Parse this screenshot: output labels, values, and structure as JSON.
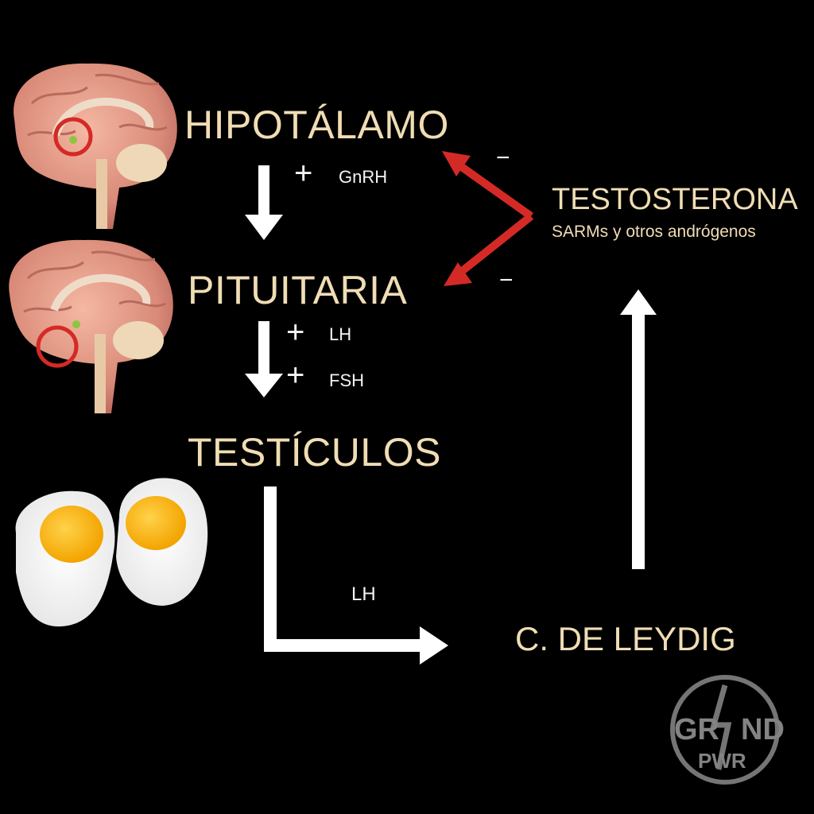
{
  "nodes": {
    "hypothalamus": "HIPOTÁLAMO",
    "pituitary": "PITUITARIA",
    "testicles": "TESTÍCULOS",
    "leydig": "C. DE LEYDIG",
    "testosterone": "TESTOSTERONA",
    "testosterone_sub": "SARMs y otros andrógenos"
  },
  "signals": {
    "gnrh": "GnRH",
    "lh": "LH",
    "fsh": "FSH",
    "lh_to_leydig": "LH",
    "plus": "+",
    "minus": "−"
  },
  "logo": {
    "text": "GRAND PWR"
  },
  "colors": {
    "background": "#000000",
    "node_text": "#f0ddb4",
    "arrow_white": "#ffffff",
    "arrow_red": "#d42a26",
    "brain_highlight": "#d42a26"
  },
  "icons": [
    "brain-hypothalamus-icon",
    "brain-pituitary-icon",
    "fried-eggs-icon",
    "grand-pwr-logo-icon"
  ]
}
